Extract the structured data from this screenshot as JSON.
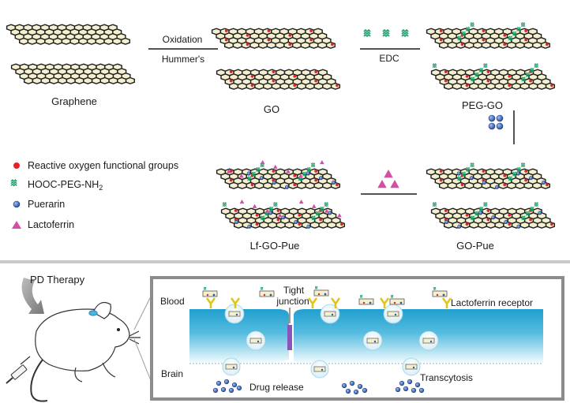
{
  "top_scheme": {
    "labels": {
      "graphene": "Graphene",
      "go": "GO",
      "peg_go": "PEG-GO",
      "go_pue": "GO-Pue",
      "lf_go_pue": "Lf-GO-Pue"
    },
    "arrows": {
      "oxidation_top": "Oxidation",
      "oxidation_bottom": "Hummer's",
      "edc": "EDC"
    },
    "legend": [
      {
        "name": "reactive-oxygen",
        "label": "Reactive oxygen functional groups",
        "icon": "red-dot",
        "color": "#e8202a"
      },
      {
        "name": "peg",
        "label": "HOOC-PEG-NH",
        "subscript": "2",
        "icon": "green-zigzag",
        "color": "#1aa06a"
      },
      {
        "name": "puerarin",
        "label": "Puerarin",
        "icon": "blue-bead",
        "color": "#2a5aa8"
      },
      {
        "name": "lactoferrin",
        "label": "Lactoferrin",
        "icon": "pink-triangle",
        "color": "#d24fa6"
      }
    ]
  },
  "bottom_scheme": {
    "therapy_label": "PD Therapy",
    "blood": "Blood",
    "brain": "Brain",
    "tight_junction_1": "Tight",
    "tight_junction_2": "junction",
    "lactoferrin_receptor": "Lactoferrin receptor",
    "drug_release": "Drug release",
    "transcytosis": "Transcytosis"
  },
  "colors": {
    "sheet_fill": "#f4efcf",
    "sheet_stroke": "#1e1e1e",
    "receptor": "#e8d22a",
    "cell_top": "#1f9fce",
    "cell_bottom": "#e6f6fb",
    "junction": "#8a55b8",
    "panel_border": "#8c8c8c"
  }
}
